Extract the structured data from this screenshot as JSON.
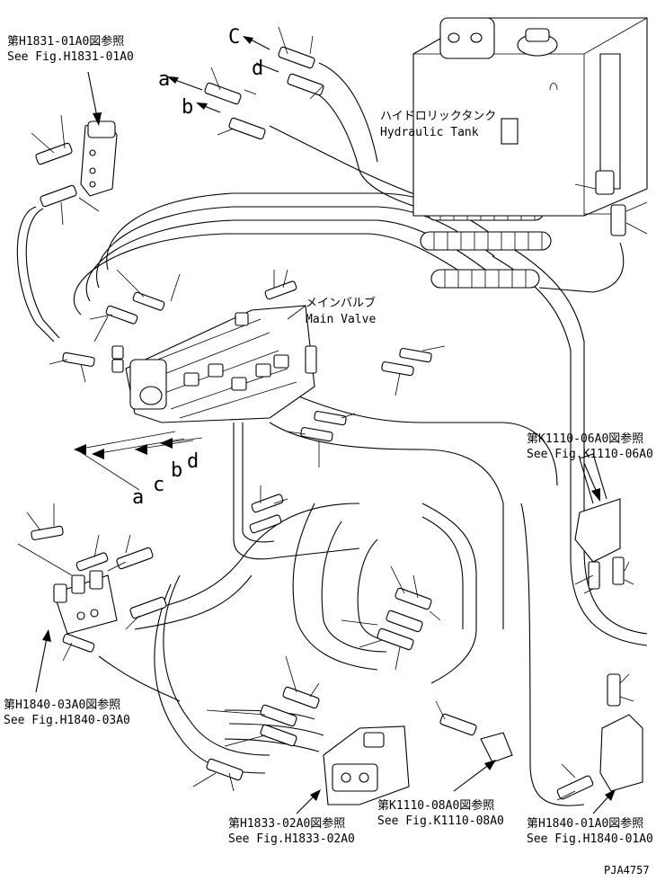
{
  "references": [
    {
      "id": "h1831",
      "jp": "第H1831-01A0図参照",
      "en": "See Fig.H1831-01A0"
    },
    {
      "id": "k1110_06",
      "jp": "第K1110-06A0図参照",
      "en": "See Fig.K1110-06A0"
    },
    {
      "id": "h1840_03",
      "jp": "第H1840-03A0図参照",
      "en": "See Fig.H1840-03A0"
    },
    {
      "id": "h1833",
      "jp": "第H1833-02A0図参照",
      "en": "See Fig.H1833-02A0"
    },
    {
      "id": "k1110_08",
      "jp": "第K1110-08A0図参照",
      "en": "See Fig.K1110-08A0"
    },
    {
      "id": "h1840_01",
      "jp": "第H1840-01A0図参照",
      "en": "See Fig.H1840-01A0"
    }
  ],
  "components": {
    "hydraulic_tank": {
      "jp": "ハイドロリックタンク",
      "en": "Hydraulic Tank"
    },
    "main_valve": {
      "jp": "メインバルブ",
      "en": "Main Valve"
    }
  },
  "connection_letters": {
    "top_c": "C",
    "top_d": "d",
    "top_a": "a",
    "top_b": "b",
    "bottom_a": "a",
    "bottom_c": "c",
    "bottom_b": "b",
    "bottom_d": "d"
  },
  "drawing_code": "PJA4757"
}
